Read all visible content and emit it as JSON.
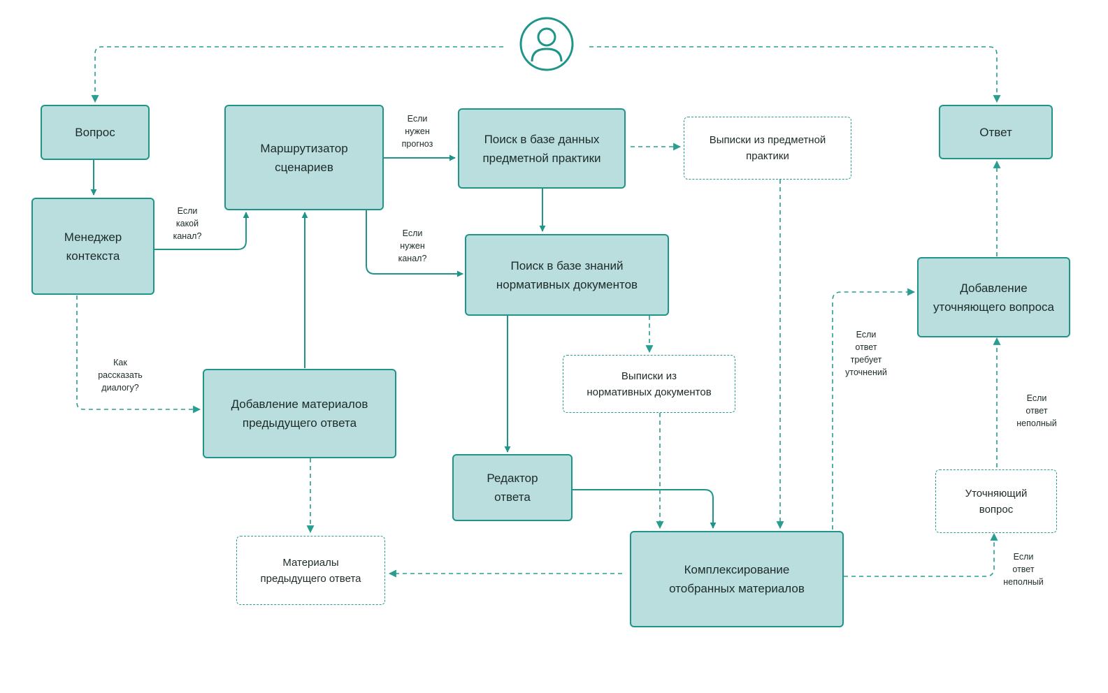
{
  "colors": {
    "accent": "#1f9488",
    "box_fill": "#b9dedd",
    "dashed_border": "#2a9d91"
  },
  "user_icon": "user-icon",
  "nodes": {
    "vopros": "Вопрос",
    "otvet": "Ответ",
    "menedzher": "Менеджер\nконтекста",
    "marshrut": "Маршрутизатор\nсценариев",
    "poisk_bd": "Поиск в базе данных\nпредметной практики",
    "vypiski_pr": "Выписки из предметной\nпрактики",
    "poisk_bz": "Поиск в базе знаний\nнормативных документов",
    "dobavlenie_mat": "Добавление материалов\nпредыдущего ответа",
    "vypiski_nd": "Выписки из\nнормативных документов",
    "dobavlenie_vopr": "Добавление\nуточняющего вопроса",
    "redaktor": "Редактор\nответа",
    "materialy": "Материалы\nпредыдущего ответа",
    "kompleks": "Комплексирование\nотобранных материалов",
    "utoch": "Уточняющий\nвопрос"
  },
  "notes": {
    "kakoy_kanal": "Если\nкакой\nканал?",
    "nuzhen_prognoz": "Если\nнужен\nпрогноз",
    "nuzhen_kanal": "Если\nнужен\nканал?",
    "kak_rasskazat": "Как\nрассказать\nдиалогу?",
    "trebuet": "Если\nответ\nтребует\nуточнений",
    "nepolny_1": "Если\nответ\nнеполный",
    "nepolny_2": "Если\nответ\nнеполный"
  }
}
